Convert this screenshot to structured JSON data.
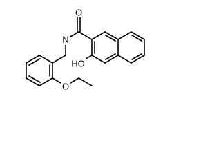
{
  "molecule": {
    "atoms": {
      "carbonyl_o": "O",
      "amide_n": "N",
      "hydroxyl": "HO",
      "ether_o": "O"
    }
  }
}
